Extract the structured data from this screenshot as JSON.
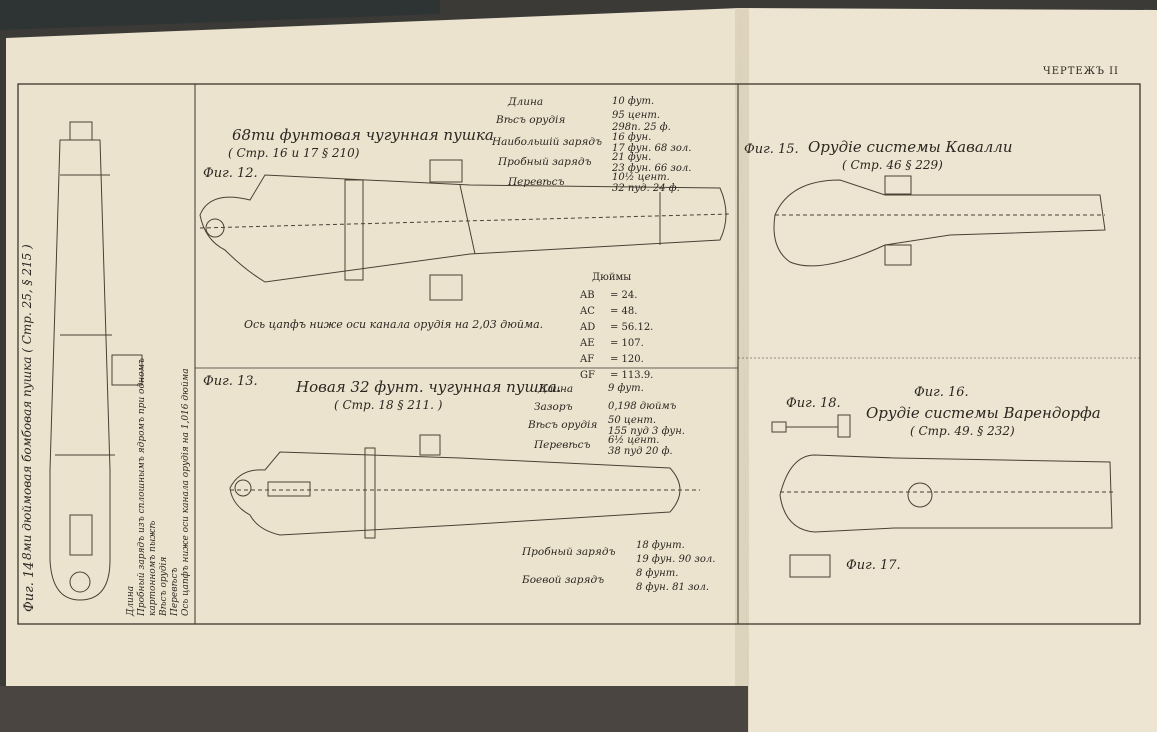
{
  "plate_label": "ЧЕРТЕЖЪ II",
  "fig12": {
    "label": "Фиг. 12.",
    "title": "68ти фунтовая чугунная пушка",
    "ref": "( Стр. 16 и 17 § 210)",
    "note": "Ось цапфъ ниже оси канала орудія на 2,03 дюйма.",
    "specs": [
      {
        "k": "Длина",
        "v": [
          "10 фут."
        ]
      },
      {
        "k": "Вѣсъ орудія",
        "v": [
          "95 цент.",
          "298п. 25 ф."
        ]
      },
      {
        "k": "Наибольшій зарядъ",
        "v": [
          "16 фун.",
          "17 фун. 68 зол."
        ]
      },
      {
        "k": "Пробный зарядъ",
        "v": [
          "21 фун.",
          "23 фун. 66 зол."
        ]
      },
      {
        "k": "Перевѣсъ",
        "v": [
          "10½ цент.",
          "32 пуд. 24 ф."
        ]
      }
    ],
    "inches_header": "Дюймы",
    "inches": [
      {
        "k": "AB",
        "v": "= 24."
      },
      {
        "k": "AC",
        "v": "= 48."
      },
      {
        "k": "AD",
        "v": "= 56.12."
      },
      {
        "k": "AE",
        "v": "= 107."
      },
      {
        "k": "AF",
        "v": "= 120."
      },
      {
        "k": "GF",
        "v": "= 113.9."
      }
    ]
  },
  "fig13": {
    "label": "Фиг. 13.",
    "title": "Новая 32 фунт. чугунная пушка.",
    "ref": "( Стр. 18 § 211. )",
    "specs": [
      {
        "k": "Длина",
        "v": [
          "9 фут."
        ]
      },
      {
        "k": "Зазоръ",
        "v": [
          "0,198 дюймъ"
        ]
      },
      {
        "k": "Вѣсъ орудія",
        "v": [
          "50 цент.",
          "155 пуд 3 фун."
        ]
      },
      {
        "k": "Перевѣсъ",
        "v": [
          "6½ цент.",
          "38 пуд 20 ф."
        ]
      }
    ],
    "charges": [
      {
        "k": "Пробный зарядъ",
        "v": [
          "18 фунт.",
          "19 фун. 90 зол."
        ]
      },
      {
        "k": "Боевой зарядъ",
        "v": [
          "8 фунт.",
          "8 фун. 81 зол."
        ]
      }
    ]
  },
  "fig14": {
    "label": "Фиг. 14",
    "title": "8ми дюймовая бомбовая пушка ( Стр. 25, § 215 )",
    "specs": [
      "Длина",
      "Пробный зарядъ изъ сплошнымъ ядромъ при одномъ",
      "картонномъ пыжѣ",
      "Вѣсъ орудія",
      "Перевѣсъ",
      "Ось цапфъ ниже оси канала орудія на 1,016 дюйма"
    ]
  },
  "fig15": {
    "label": "Фиг. 15.",
    "title": "Орудіе системы Кавалли",
    "ref": "( Стр. 46 § 229)"
  },
  "fig16": {
    "label": "Фиг. 16.",
    "title": "Орудіе системы Варендорфа",
    "ref": "( Стр. 49. § 232)"
  },
  "fig17": {
    "label": "Фиг. 17."
  },
  "fig18": {
    "label": "Фиг. 18."
  }
}
